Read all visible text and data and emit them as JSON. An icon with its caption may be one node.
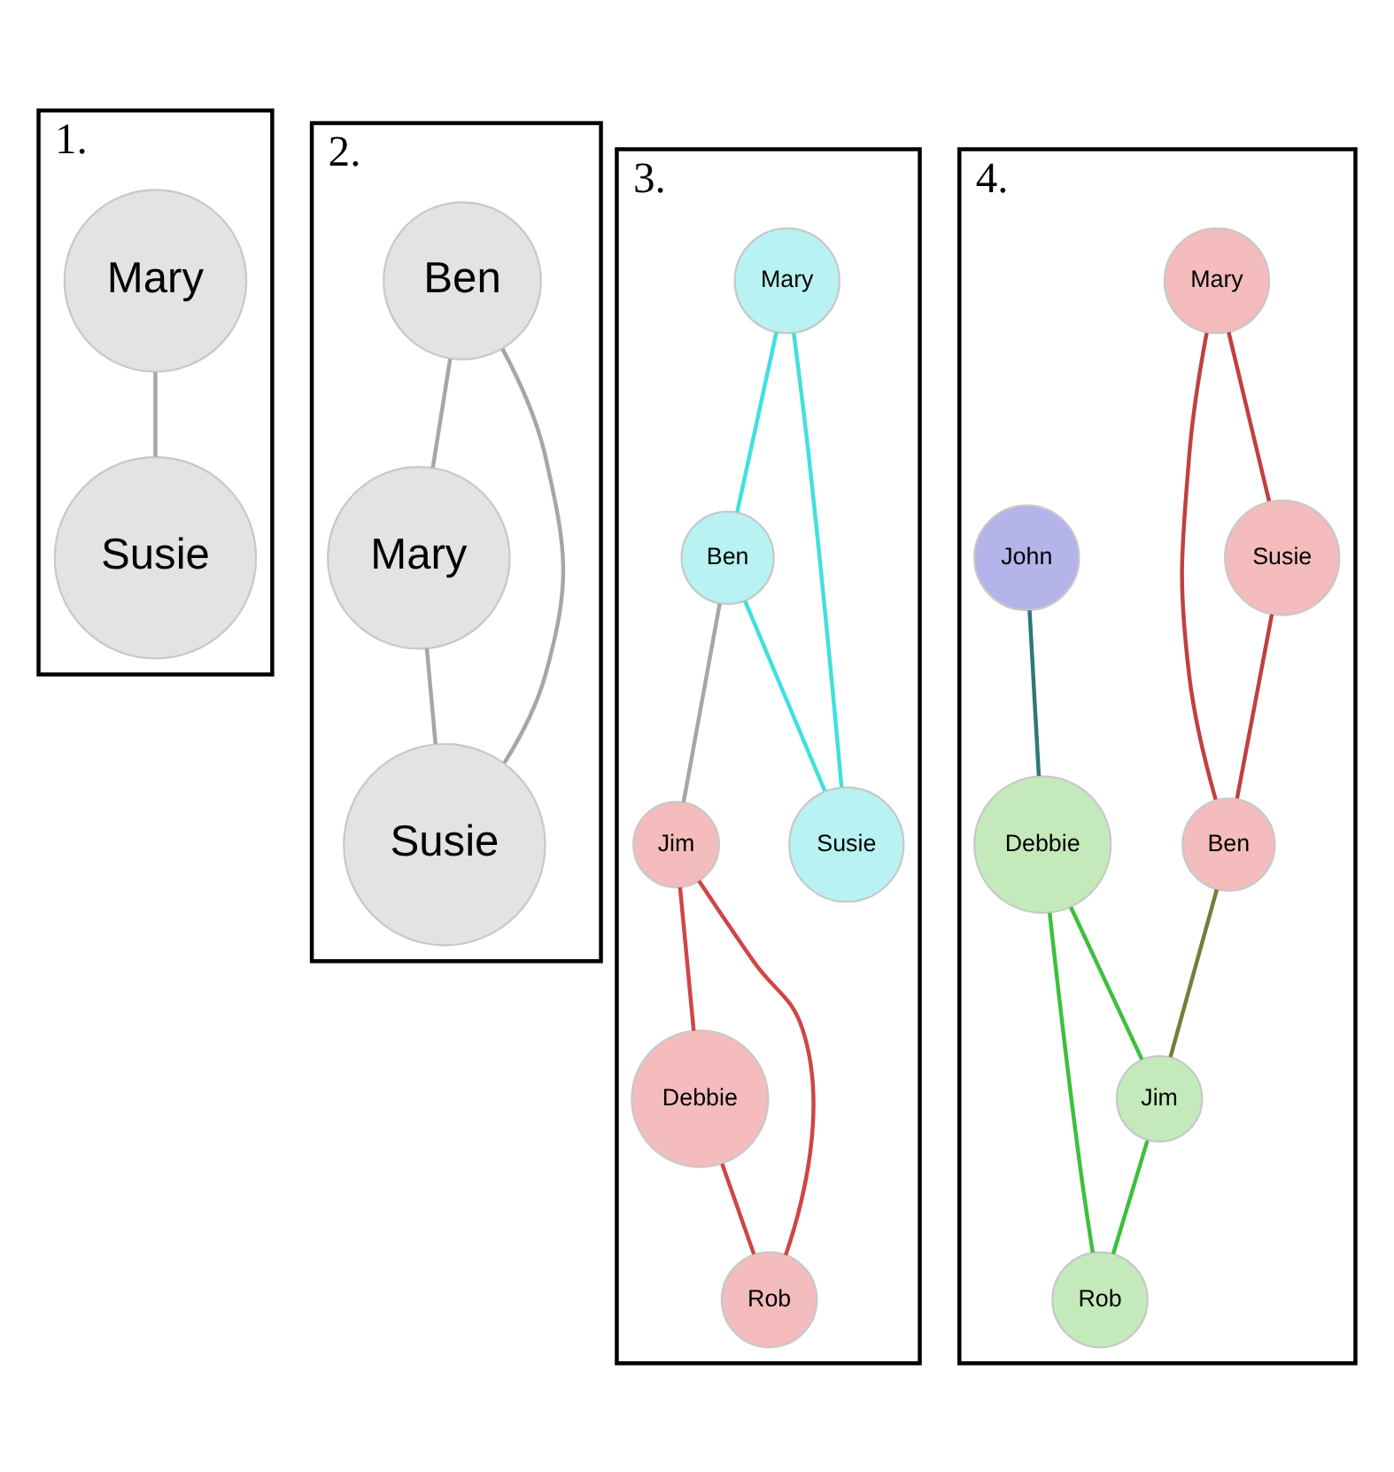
{
  "diagram": {
    "nodes": [
      {
        "text": [
          "1."
        ]
      },
      {
        "text": [
          "Mary"
        ],
        "in": 0
      },
      {
        "text": [
          "Susie"
        ],
        "in": 0
      },
      {
        "text": [
          "2."
        ]
      },
      {
        "text": [
          "Ben"
        ],
        "in": 3
      },
      {
        "text": [
          "Mary"
        ],
        "in": 3
      },
      {
        "text": [
          "Susie"
        ],
        "in": 3
      },
      {
        "text": [
          "3."
        ]
      },
      {
        "text": [
          "Mary"
        ],
        "in": 7
      },
      {
        "text": [
          "Ben"
        ],
        "in": 7
      },
      {
        "text": [
          "Susie"
        ],
        "in": 7
      },
      {
        "text": [
          "Jim"
        ],
        "in": 7
      },
      {
        "text": [
          "Debbie"
        ],
        "in": 7
      },
      {
        "text": [
          "Rob"
        ],
        "in": 7
      },
      {
        "text": [
          "4."
        ]
      },
      {
        "text": [
          "Mary"
        ],
        "in": 14
      },
      {
        "text": [
          "Susie"
        ],
        "in": 14
      },
      {
        "text": [
          "John"
        ],
        "in": 14
      },
      {
        "text": [
          "Ben"
        ],
        "in": 14
      },
      {
        "text": [
          "Debbie"
        ],
        "in": 14
      },
      {
        "text": [
          "Jim"
        ],
        "in": 14
      },
      {
        "text": [
          "Rob"
        ],
        "in": 14
      }
    ],
    "edges": [
      {
        "from": 1,
        "to": 2,
        "arrow": "none",
        "color": "#a6a6a6"
      },
      {
        "from": 4,
        "to": 5,
        "arrow": "none",
        "color": "#a6a6a6"
      },
      {
        "from": 4,
        "to": 6,
        "arrow": "none",
        "color": "#a6a6a6"
      },
      {
        "from": 5,
        "to": 6,
        "arrow": "none",
        "color": "#a6a6a6"
      },
      {
        "from": 8,
        "to": 9,
        "arrow": "none",
        "color": "#40e0e0"
      },
      {
        "from": 8,
        "to": 10,
        "arrow": "none",
        "color": "#40e0e0"
      },
      {
        "from": 9,
        "to": 10,
        "arrow": "none",
        "color": "#40e0e0"
      },
      {
        "from": 9,
        "to": 11,
        "arrow": "none",
        "color": "#a6a6a6"
      },
      {
        "from": 11,
        "to": 12,
        "arrow": "none",
        "color": "#d04545"
      },
      {
        "from": 11,
        "to": 13,
        "arrow": "none",
        "color": "#d04545"
      },
      {
        "from": 12,
        "to": 13,
        "arrow": "none",
        "color": "#d04545"
      },
      {
        "from": 15,
        "to": 16,
        "arrow": "none",
        "color": "#c04040"
      },
      {
        "from": 15,
        "to": 18,
        "arrow": "none",
        "color": "#c04040"
      },
      {
        "from": 16,
        "to": 18,
        "arrow": "none",
        "color": "#c04040"
      },
      {
        "from": 17,
        "to": 19,
        "arrow": "none",
        "color": "#2e7878"
      },
      {
        "from": 18,
        "to": 20,
        "arrow": "none",
        "color": "#7a7a3c"
      },
      {
        "from": 19,
        "to": 20,
        "arrow": "none",
        "color": "#3cc03c"
      },
      {
        "from": 19,
        "to": 21,
        "arrow": "none",
        "color": "#3cc03c"
      },
      {
        "from": 20,
        "to": 21,
        "arrow": "none",
        "color": "#3cc03c"
      }
    ]
  }
}
